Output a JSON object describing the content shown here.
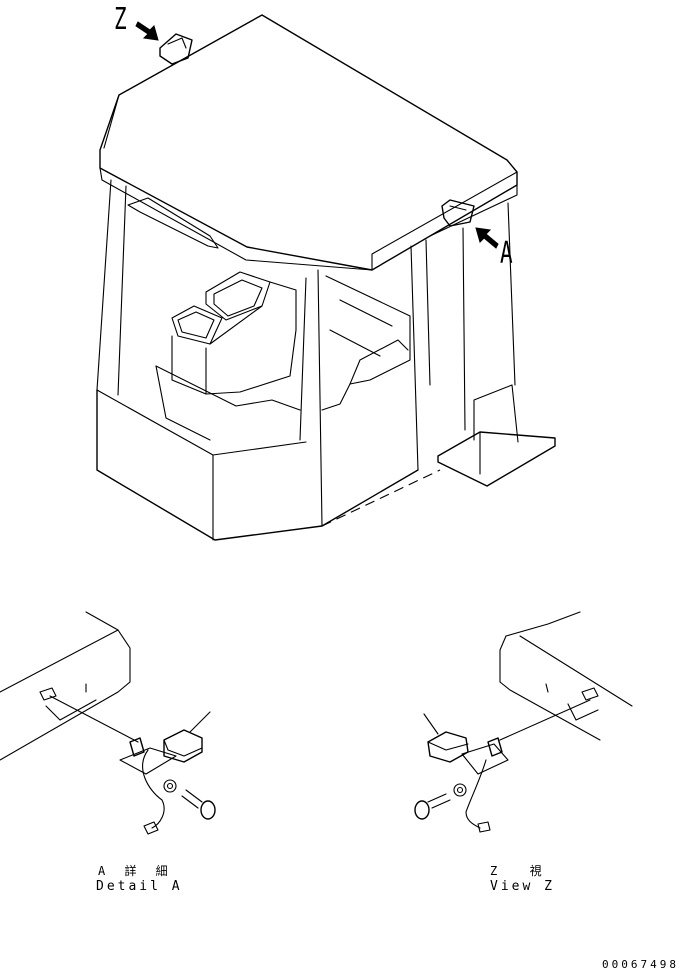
{
  "labels": {
    "view_letter_z": "Z",
    "view_letter_a": "A"
  },
  "captions": {
    "detail_a_jp": "A 詳 細",
    "detail_a_en": "Detail A",
    "view_z_jp": "Z  視",
    "view_z_en": "View Z"
  },
  "drawing_code": "00067498"
}
